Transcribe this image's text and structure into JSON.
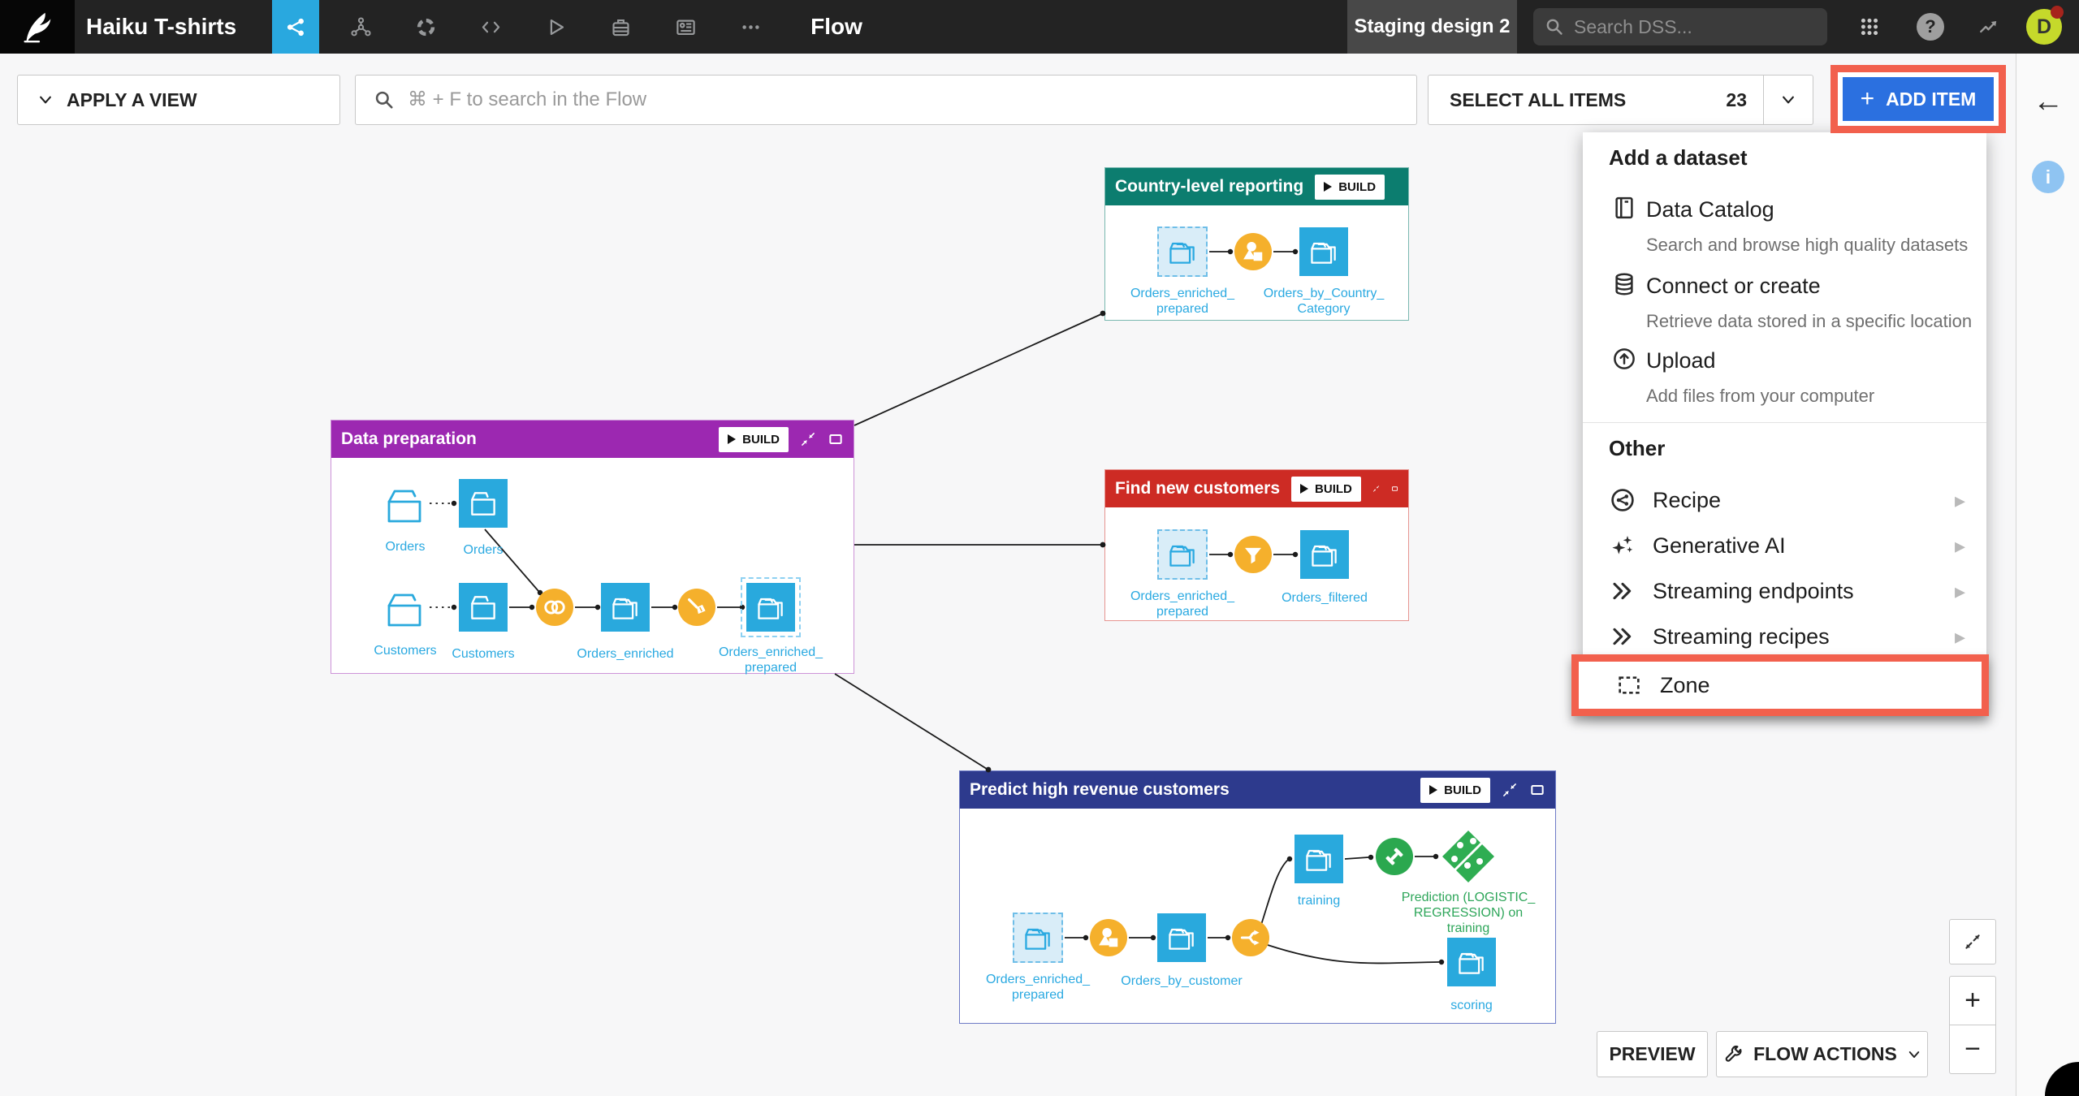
{
  "colors": {
    "active_tab_blue": "#29A8DF",
    "add_item_blue": "#2B70E0",
    "annotation_red": "#F2604D",
    "dataset_blue": "#29A9DD",
    "ghost_dataset_fill": "#D9EDF8",
    "recipe_orange": "#F5B02C",
    "ml_green": "#2BA84F",
    "zone_purple": "#9C28B1",
    "zone_teal": "#0C7D6F",
    "zone_red": "#CD2B24",
    "zone_navy": "#2D3A8D"
  },
  "navbar": {
    "project_title": "Haiku T-shirts",
    "page_title": "Flow",
    "env_label": "Staging design 2",
    "search_placeholder": "Search DSS...",
    "avatar_letter": "D"
  },
  "toolbar": {
    "apply_view": "APPLY A VIEW",
    "flow_search_placeholder": "⌘ + F to search in the Flow",
    "select_all": "SELECT ALL ITEMS",
    "selected_count": "23",
    "add_item": "ADD ITEM"
  },
  "add_menu": {
    "section_datasets": "Add a dataset",
    "data_catalog": {
      "label": "Data Catalog",
      "desc": "Search and browse high quality datasets"
    },
    "connect": {
      "label": "Connect or create",
      "desc": "Retrieve data stored in a specific location"
    },
    "upload": {
      "label": "Upload",
      "desc": "Add files from your computer"
    },
    "section_other": "Other",
    "recipe": "Recipe",
    "generative_ai": "Generative AI",
    "streaming_endpoints": "Streaming endpoints",
    "streaming_recipes": "Streaming recipes",
    "zone": "Zone"
  },
  "zones": {
    "build_label": "BUILD",
    "country": {
      "title": "Country-level reporting",
      "ghost_l1": "Orders_enriched_",
      "ghost_l2": "prepared",
      "out_l1": "Orders_by_Country_",
      "out_l2": "Category"
    },
    "prep": {
      "title": "Data preparation",
      "folder_orders": "Orders",
      "ds_orders": "Orders",
      "folder_customers": "Customers",
      "ds_customers": "Customers",
      "ds_enriched": "Orders_enriched",
      "ds_prepared_l1": "Orders_enriched_",
      "ds_prepared_l2": "prepared"
    },
    "find": {
      "title": "Find new customers",
      "ghost_l1": "Orders_enriched_",
      "ghost_l2": "prepared",
      "out": "Orders_filtered"
    },
    "predict": {
      "title": "Predict high revenue customers",
      "ghost_l1": "Orders_enriched_",
      "ghost_l2": "prepared",
      "ds_by_customer": "Orders_by_customer",
      "ds_training": "training",
      "model_l1": "Prediction (LOGISTIC_",
      "model_l2": "REGRESSION) on",
      "model_l3": "training",
      "ds_scoring": "scoring"
    }
  },
  "controls": {
    "preview": "PREVIEW",
    "flow_actions": "FLOW ACTIONS"
  },
  "glyphs": {
    "plus": "+",
    "minus": "−",
    "back_arrow": "←",
    "help": "?",
    "info": "i",
    "submenu_arrow": "▸"
  }
}
